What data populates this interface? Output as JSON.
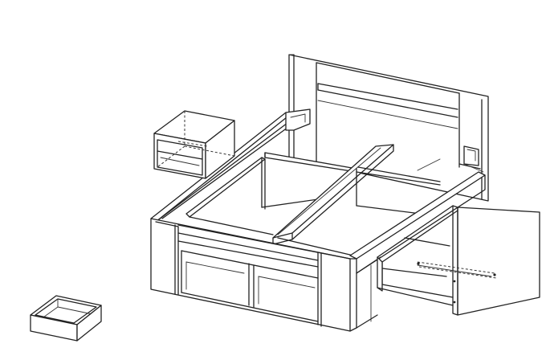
{
  "figure": {
    "components": [
      {
        "id": "nightstand",
        "icon": "open-shelf-nightstand"
      },
      {
        "id": "bed-frame",
        "icon": "storage-bed-frame"
      },
      {
        "id": "headboard",
        "icon": "headboard-panel"
      },
      {
        "id": "storage-drawer-pulled-out",
        "icon": "drawer-box"
      },
      {
        "id": "small-drawer-detached",
        "icon": "drawer-box"
      }
    ],
    "line_color": "#222222",
    "background": "#ffffff"
  }
}
